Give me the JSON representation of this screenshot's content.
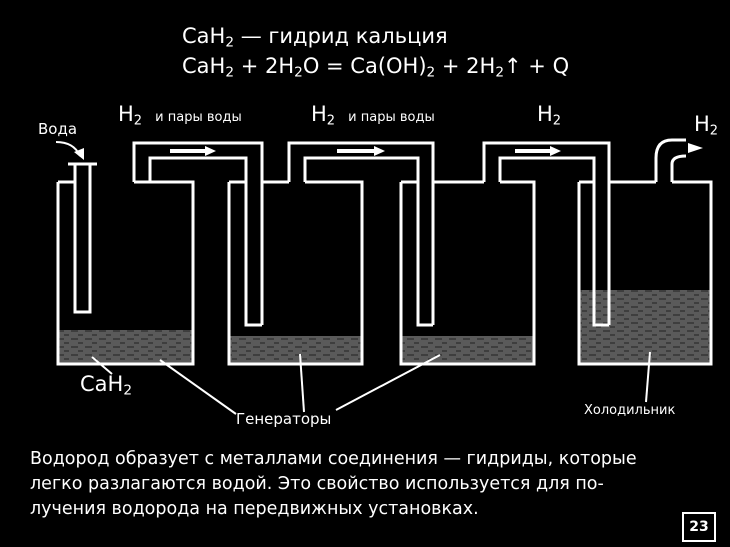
{
  "formulas": {
    "line1_parts": [
      "CaH",
      "2",
      " — гидрид кальция"
    ],
    "line2_parts": [
      "CaH",
      "2",
      " + 2H",
      "2",
      "O = Ca(OH)",
      "2",
      " + 2H",
      "2",
      "↑",
      "  +  Q"
    ]
  },
  "labels": {
    "water": "Вода",
    "h2_vapor_1": "и пары воды",
    "h2_vapor_2": "и пары воды",
    "h2_symbol": "H",
    "h2_sub": "2",
    "cah2_main": "CaH",
    "cah2_sub": "2",
    "generators": "Генераторы",
    "cooler": "Холодильник"
  },
  "caption": {
    "lines": [
      "Водород образует с металлами соединения — гидриды, которые",
      "легко разлагаются водой. Это свойство используется для по-",
      "лучения водорода на передвижных установках."
    ]
  },
  "page_number": "23",
  "colors": {
    "background": "#000000",
    "foreground": "#ffffff",
    "liquid": "#5a5a5a"
  }
}
